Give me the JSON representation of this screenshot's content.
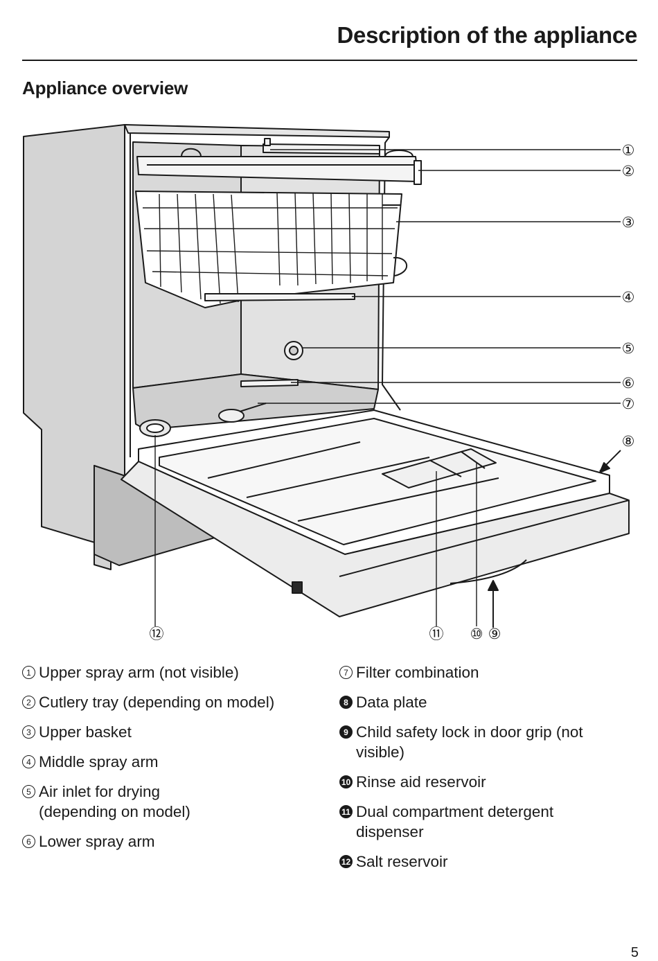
{
  "header": {
    "title": "Description of the appliance"
  },
  "section": {
    "title": "Appliance overview"
  },
  "callouts": [
    {
      "n": "1",
      "label": "①"
    },
    {
      "n": "2",
      "label": "②"
    },
    {
      "n": "3",
      "label": "③"
    },
    {
      "n": "4",
      "label": "④"
    },
    {
      "n": "5",
      "label": "⑤"
    },
    {
      "n": "6",
      "label": "⑥"
    },
    {
      "n": "7",
      "label": "⑦"
    },
    {
      "n": "8",
      "label": "⑧"
    },
    {
      "n": "9",
      "label": "⑨"
    },
    {
      "n": "10",
      "label": "⑩"
    },
    {
      "n": "11",
      "label": "⑪"
    },
    {
      "n": "12",
      "label": "⑫"
    }
  ],
  "legend": {
    "left": [
      {
        "num": "1",
        "text": "Upper spray arm (not visible)"
      },
      {
        "num": "2",
        "text": "Cutlery tray (depending on model)"
      },
      {
        "num": "3",
        "text": "Upper basket"
      },
      {
        "num": "4",
        "text": "Middle spray arm"
      },
      {
        "num": "5",
        "text": "Air inlet for drying (depending on model)"
      },
      {
        "num": "6",
        "text": "Lower spray arm"
      }
    ],
    "right": [
      {
        "num": "7",
        "text": "Filter combination"
      },
      {
        "num": "8",
        "text": "Data plate"
      },
      {
        "num": "9",
        "text": "Child safety lock in door grip (not visible)"
      },
      {
        "num": "10",
        "text": "Rinse aid reservoir"
      },
      {
        "num": "11",
        "text": "Dual compartment detergent dispenser"
      },
      {
        "num": "12",
        "text": "Salt reservoir"
      }
    ]
  },
  "page": {
    "number": "5"
  }
}
